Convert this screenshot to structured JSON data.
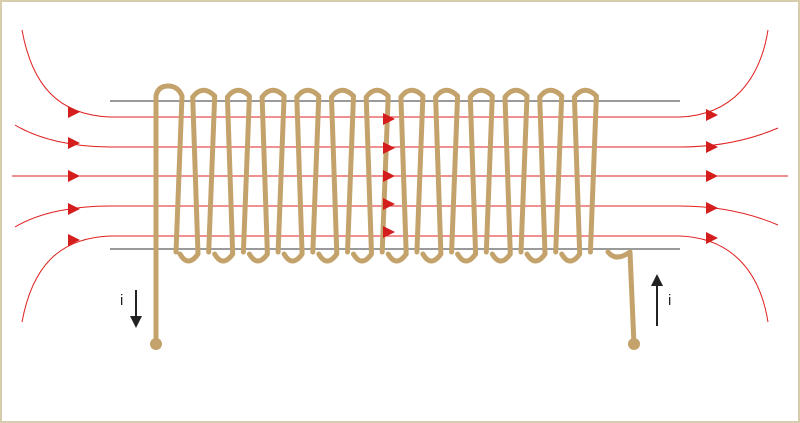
{
  "diagram": {
    "colors": {
      "field_line": "#e02020",
      "field_arrow": "#d41d1d",
      "coil": "#c3a36b",
      "core_outline": "#9a9a9a",
      "current_arrow": "#222222",
      "border": "#d8ccae"
    },
    "current": {
      "left_label": "i",
      "right_label": "i",
      "left_direction": "down",
      "right_direction": "up"
    },
    "coil_turns": 13,
    "field_lines": 5
  }
}
